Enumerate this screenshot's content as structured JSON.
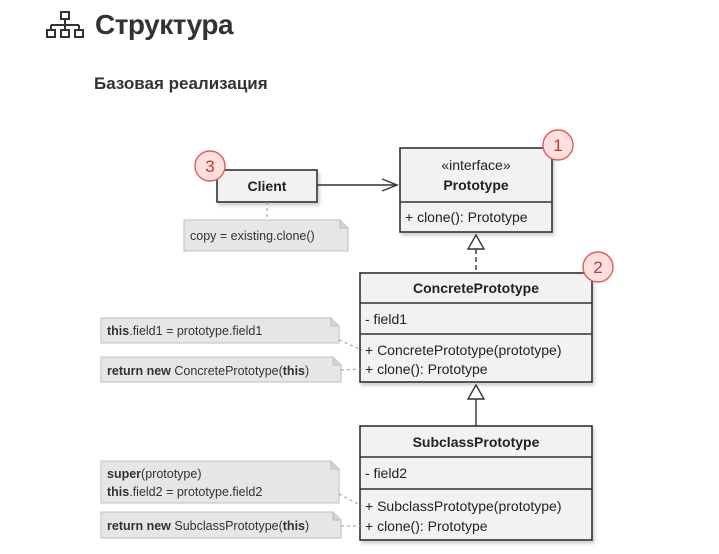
{
  "header": {
    "title": "Структура",
    "subtitle": "Базовая реализация"
  },
  "colors": {
    "box_fill": "#f2f2f2",
    "box_stroke": "#333333",
    "note_fill": "#e6e6e6",
    "badge_fill": "#fde0de",
    "badge_stroke": "#e25b55",
    "badge_text": "#c0392b"
  },
  "client": {
    "name": "Client",
    "badge": "3",
    "note": "copy = existing.clone()"
  },
  "prototype": {
    "stereotype": "«interface»",
    "name": "Prototype",
    "badge": "1",
    "methods": [
      "+ clone(): Prototype"
    ]
  },
  "concrete": {
    "name": "ConcretePrototype",
    "badge": "2",
    "fields": [
      "- field1"
    ],
    "methods": [
      "+ ConcretePrototype(prototype)",
      "+ clone(): Prototype"
    ],
    "note_ctor": {
      "kw": "this",
      "rest": ".field1 = prototype.field1"
    },
    "note_clone": {
      "kw": "return new",
      "mid": " ConcretePrototype(",
      "kw2": "this",
      "end": ")"
    }
  },
  "subclass": {
    "name": "SubclassPrototype",
    "fields": [
      "- field2"
    ],
    "methods": [
      "+ SubclassPrototype(prototype)",
      "+ clone(): Prototype"
    ],
    "note_ctor": {
      "line1_kw": "super",
      "line1_rest": "(prototype)",
      "line2_kw": "this",
      "line2_rest": ".field2 = prototype.field2"
    },
    "note_clone": {
      "kw": "return new",
      "mid": " SubclassPrototype(",
      "kw2": "this",
      "end": ")"
    }
  }
}
